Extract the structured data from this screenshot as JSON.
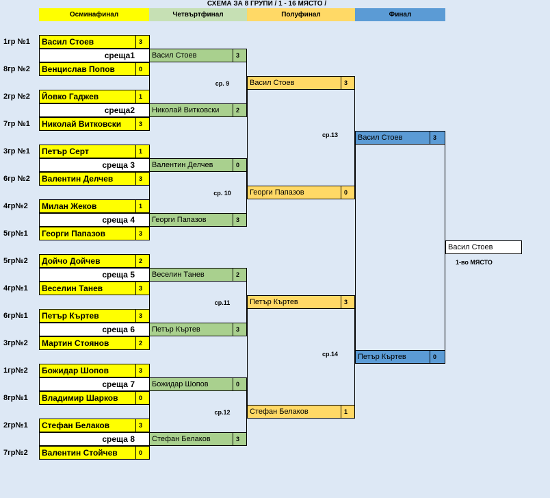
{
  "title": "СХЕМА ЗА 8 ГРУПИ   / 1 - 16  МЯСТО /",
  "headers": {
    "r16": "Осминафинал",
    "qf": "Четвъртфинал",
    "sf": "Полуфинал",
    "final": "Финал"
  },
  "round16": [
    {
      "group": "1гр №1",
      "name": "Васил Стоев",
      "score": "3"
    },
    {
      "group": "8гр №2",
      "name": "Венцислав Попов",
      "score": "0"
    },
    {
      "group": "2гр №2",
      "name": "Йовко Гаджев",
      "score": "1"
    },
    {
      "group": "7гр №1",
      "name": "Николай Витковски",
      "score": "3"
    },
    {
      "group": "3гр №1",
      "name": "Петър Серт",
      "score": "1"
    },
    {
      "group": "6гр №2",
      "name": "Валентин Делчев",
      "score": "3"
    },
    {
      "group": "4гр№2",
      "name": "Милан Жеков",
      "score": "1"
    },
    {
      "group": "5гр№1",
      "name": "Георги Папазов",
      "score": "3"
    },
    {
      "group": "5гр№2",
      "name": "Дойчо Дойчев",
      "score": "2"
    },
    {
      "group": "4гр№1",
      "name": "Веселин Танев",
      "score": "3"
    },
    {
      "group": "6гр№1",
      "name": "Петър Къртев",
      "score": "3"
    },
    {
      "group": "3гр№2",
      "name": "Мартин Стоянов",
      "score": "2"
    },
    {
      "group": "1гр№2",
      "name": "Божидар Шопов",
      "score": "3"
    },
    {
      "group": "8гр№1",
      "name": "Владимир Шарков",
      "score": "0"
    },
    {
      "group": "2гр№1",
      "name": "Стефан Белаков",
      "score": "3"
    },
    {
      "group": "7гр№2",
      "name": "Валентин Стойчев",
      "score": "0"
    }
  ],
  "matches": [
    "среща1",
    "среща2",
    "среща 3",
    "среща 4",
    "среща 5",
    "среща 6",
    "среща 7",
    "среща 8"
  ],
  "quarterfinals": [
    {
      "name": "Васил Стоев",
      "score": "3"
    },
    {
      "name": "Николай Витковски",
      "score": "2"
    },
    {
      "name": "Валентин Делчев",
      "score": "0"
    },
    {
      "name": "Георги Папазов",
      "score": "3"
    },
    {
      "name": "Веселин Танев",
      "score": "2"
    },
    {
      "name": "Петър Къртев",
      "score": "3"
    },
    {
      "name": "Божидар Шопов",
      "score": "0"
    },
    {
      "name": "Стефан Белаков",
      "score": "3"
    }
  ],
  "qf_labels": [
    "ср. 9",
    "ср. 10",
    "ср.11",
    "ср.12"
  ],
  "semifinals": [
    {
      "name": "Васил Стоев",
      "score": "3"
    },
    {
      "name": "Георги Папазов",
      "score": "0"
    },
    {
      "name": "Петър Къртев",
      "score": "3"
    },
    {
      "name": "Стефан Белаков",
      "score": "1"
    }
  ],
  "sf_labels": [
    "ср.13",
    "ср.14"
  ],
  "finals": [
    {
      "name": "Васил Стоев",
      "score": "3"
    },
    {
      "name": "Петър Къртев",
      "score": "0"
    }
  ],
  "winner": {
    "name": "Васил Стоев",
    "place": "1-во МЯСТО"
  },
  "colors": {
    "r16": "#ffff00",
    "qf": "#a9d08e",
    "sf": "#ffd966",
    "final": "#5b9bd5",
    "background": "#dde8f5"
  }
}
